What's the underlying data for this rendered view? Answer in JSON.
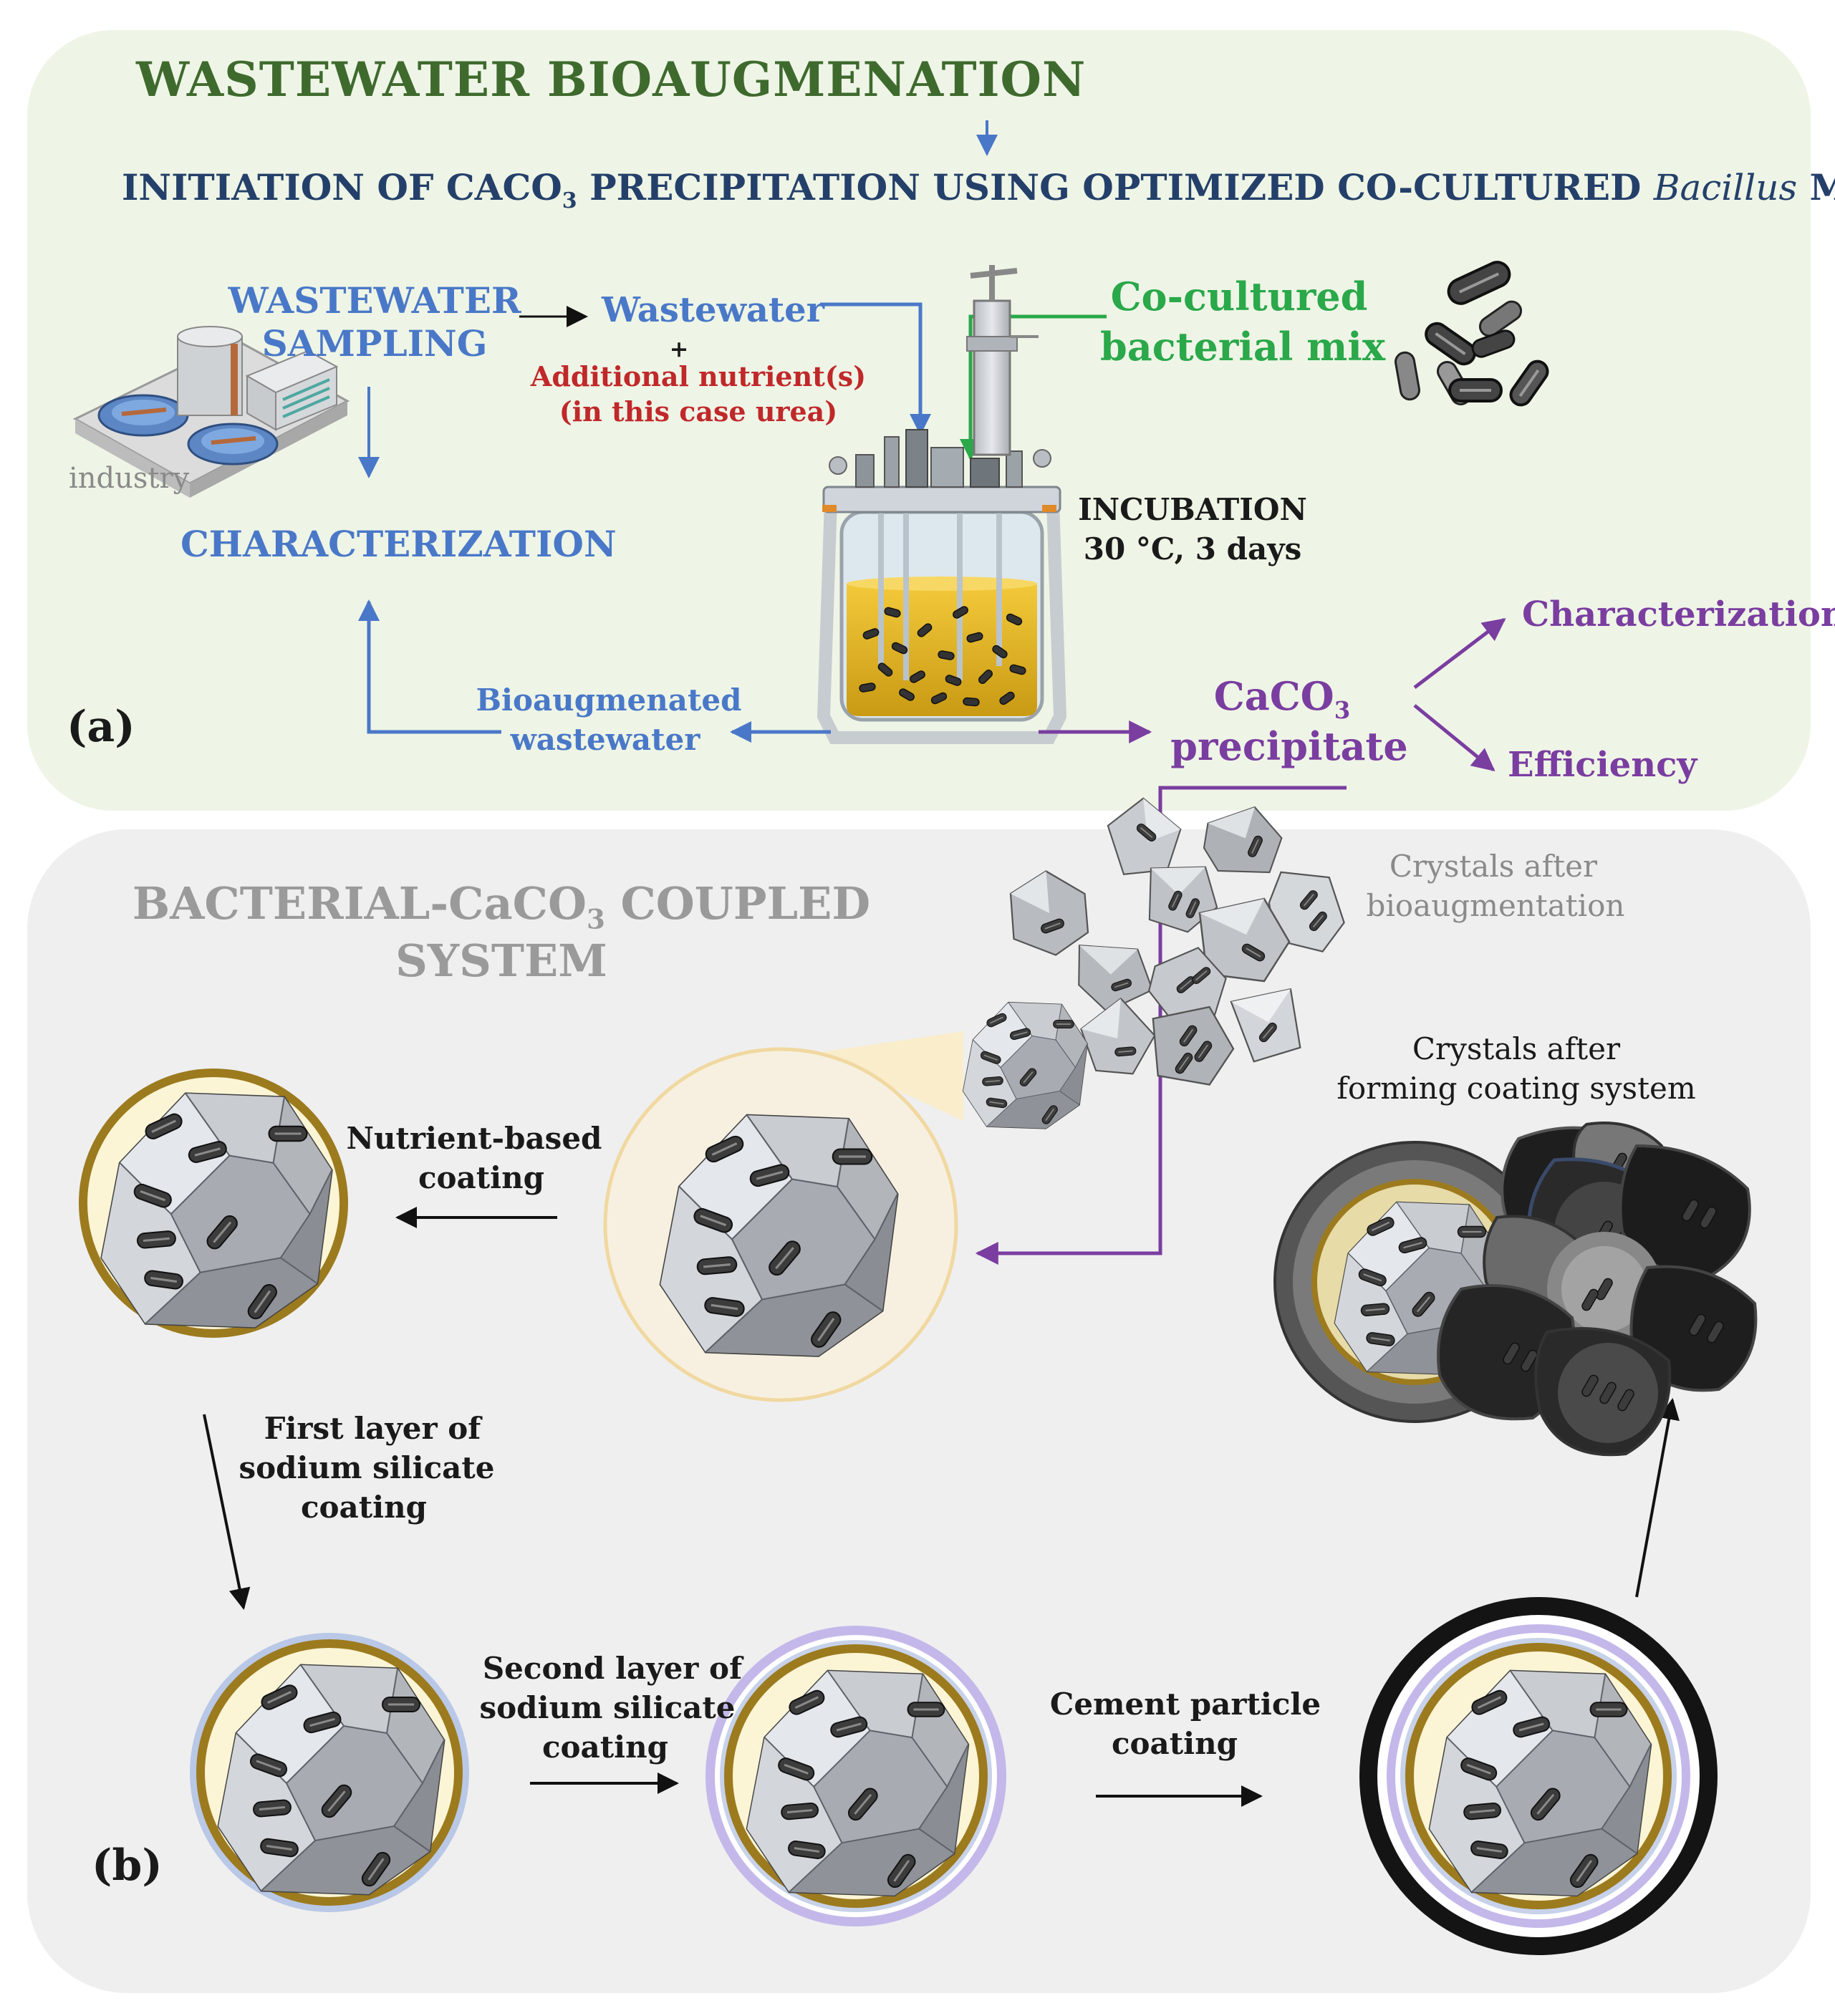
{
  "panel_a": {
    "title": "WASTEWATER BIOAUGMENATION",
    "subtitle_prefix": "INITIATION OF CACO",
    "subtitle_sub": "3",
    "subtitle_mid": " PRECIPITATION USING OPTIMIZED CO-CULTURED ",
    "subtitle_italic": "Bacillus",
    "subtitle_suffix": " MIX",
    "sampling_line1": "WASTEWATER",
    "sampling_line2": "SAMPLING",
    "industry_label": "industry",
    "characterization_left": "CHARACTERIZATION",
    "wastewater_label": "Wastewater",
    "plus_sign": "+",
    "nutrient_line1": "Additional nutrient(s)",
    "nutrient_line2": "(in this case urea)",
    "bacteria_line1": "Co-cultured",
    "bacteria_line2": "bacterial mix",
    "incubation_line1": "INCUBATION",
    "incubation_line2": "30 °C, 3 days",
    "bioaug_line1": "Bioaugmenated",
    "bioaug_line2": "wastewater",
    "caco3_prefix": "CaCO",
    "caco3_sub": "3",
    "caco3_line2": "precipitate",
    "characterization_right": "Characterization",
    "efficiency": "Efficiency",
    "panel_label": "(a)"
  },
  "panel_b": {
    "title_line1_prefix": "BACTERIAL-CaCO",
    "title_line1_sub": "3",
    "title_line1_suffix": " COUPLED",
    "title_line2": "SYSTEM",
    "crystals_bio_line1": "Crystals after",
    "crystals_bio_line2": "bioaugmentation",
    "crystals_coat_line1": "Crystals after",
    "crystals_coat_line2": "forming coating system",
    "nutrient_coat_line1": "Nutrient-based",
    "nutrient_coat_line2": "coating",
    "first_layer_line1": "First layer of",
    "first_layer_line2": "sodium silicate",
    "first_layer_line3": "coating",
    "second_layer_line1": "Second layer of",
    "second_layer_line2": "sodium silicate",
    "second_layer_line3": "coating",
    "cement_line1": "Cement particle",
    "cement_line2": "coating",
    "panel_label": "(b)"
  },
  "colors": {
    "panel_a_bg": "#eef5e6",
    "panel_b_bg": "#efefef",
    "blue_text": "#4a78c8",
    "green_text": "#2aa84a",
    "red_text": "#c0282a",
    "purple_text": "#7a3da0",
    "gold_coating": "#9c7a1e",
    "silicate_blue": "#b9c8e6",
    "silicate_purple": "#c4b8ea",
    "cement_black": "#141414",
    "medium_yellow": "#e5b81f"
  }
}
